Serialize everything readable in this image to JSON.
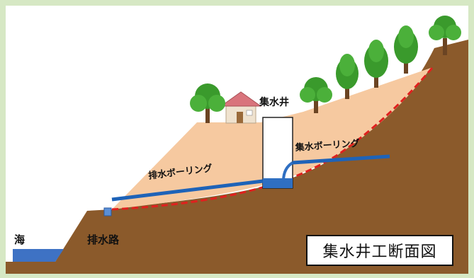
{
  "labels": {
    "sea": "海",
    "drain_channel": "排水路",
    "collection_well": "集水井",
    "drain_boring_left": "排水ボーリング",
    "drain_boring_right": "集水ボーリング"
  },
  "title": "集水井工断面図",
  "colors": {
    "background_frame": "#d6e8c4",
    "bedrock": "#8b5a2b",
    "landslide_mass": "#f6c9a0",
    "slip_surface": "#e0201e",
    "pipe": "#1e63b8",
    "water": "#2f6fc2",
    "tree_foliage": "#3a9a2c"
  }
}
